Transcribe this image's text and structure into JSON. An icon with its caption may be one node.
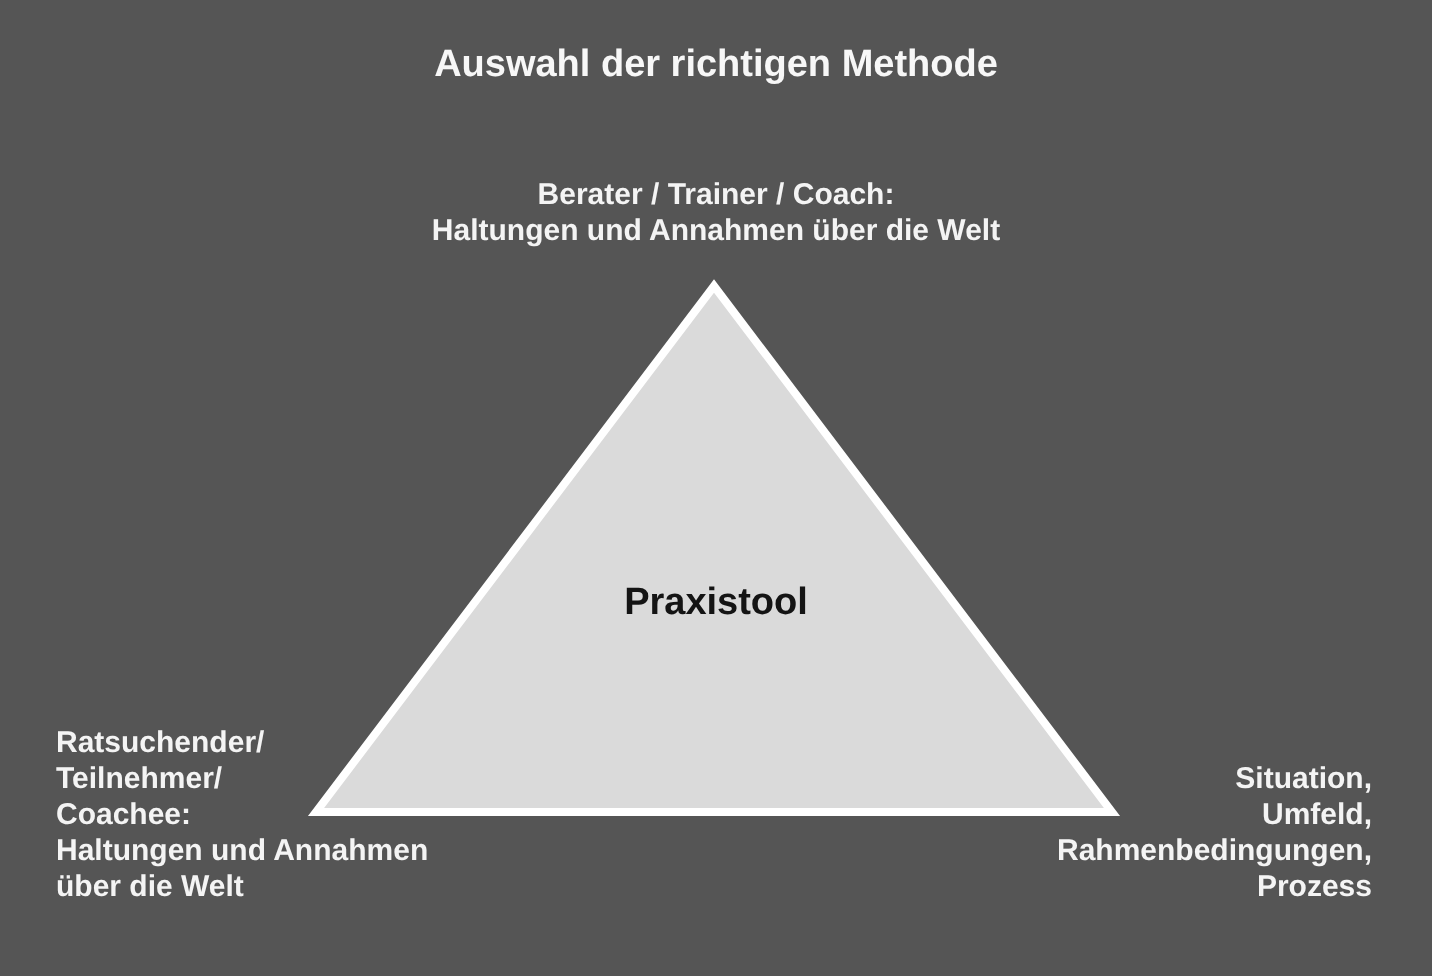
{
  "diagram": {
    "title": "Auswahl der richtigen Methode",
    "nodes": [
      {
        "text": [
          "Praxistool"
        ],
        "beside": [
          "Berater / Trainer / Coach:",
          "Haltungen und Annahmen über die Welt",
          "Ratsuchender/ Teilnehmer/ Coachee:",
          "Haltungen und Annahmen über die Welt",
          "Situation, Umfeld, Rahmenbedingungen, Prozess"
        ]
      }
    ]
  }
}
